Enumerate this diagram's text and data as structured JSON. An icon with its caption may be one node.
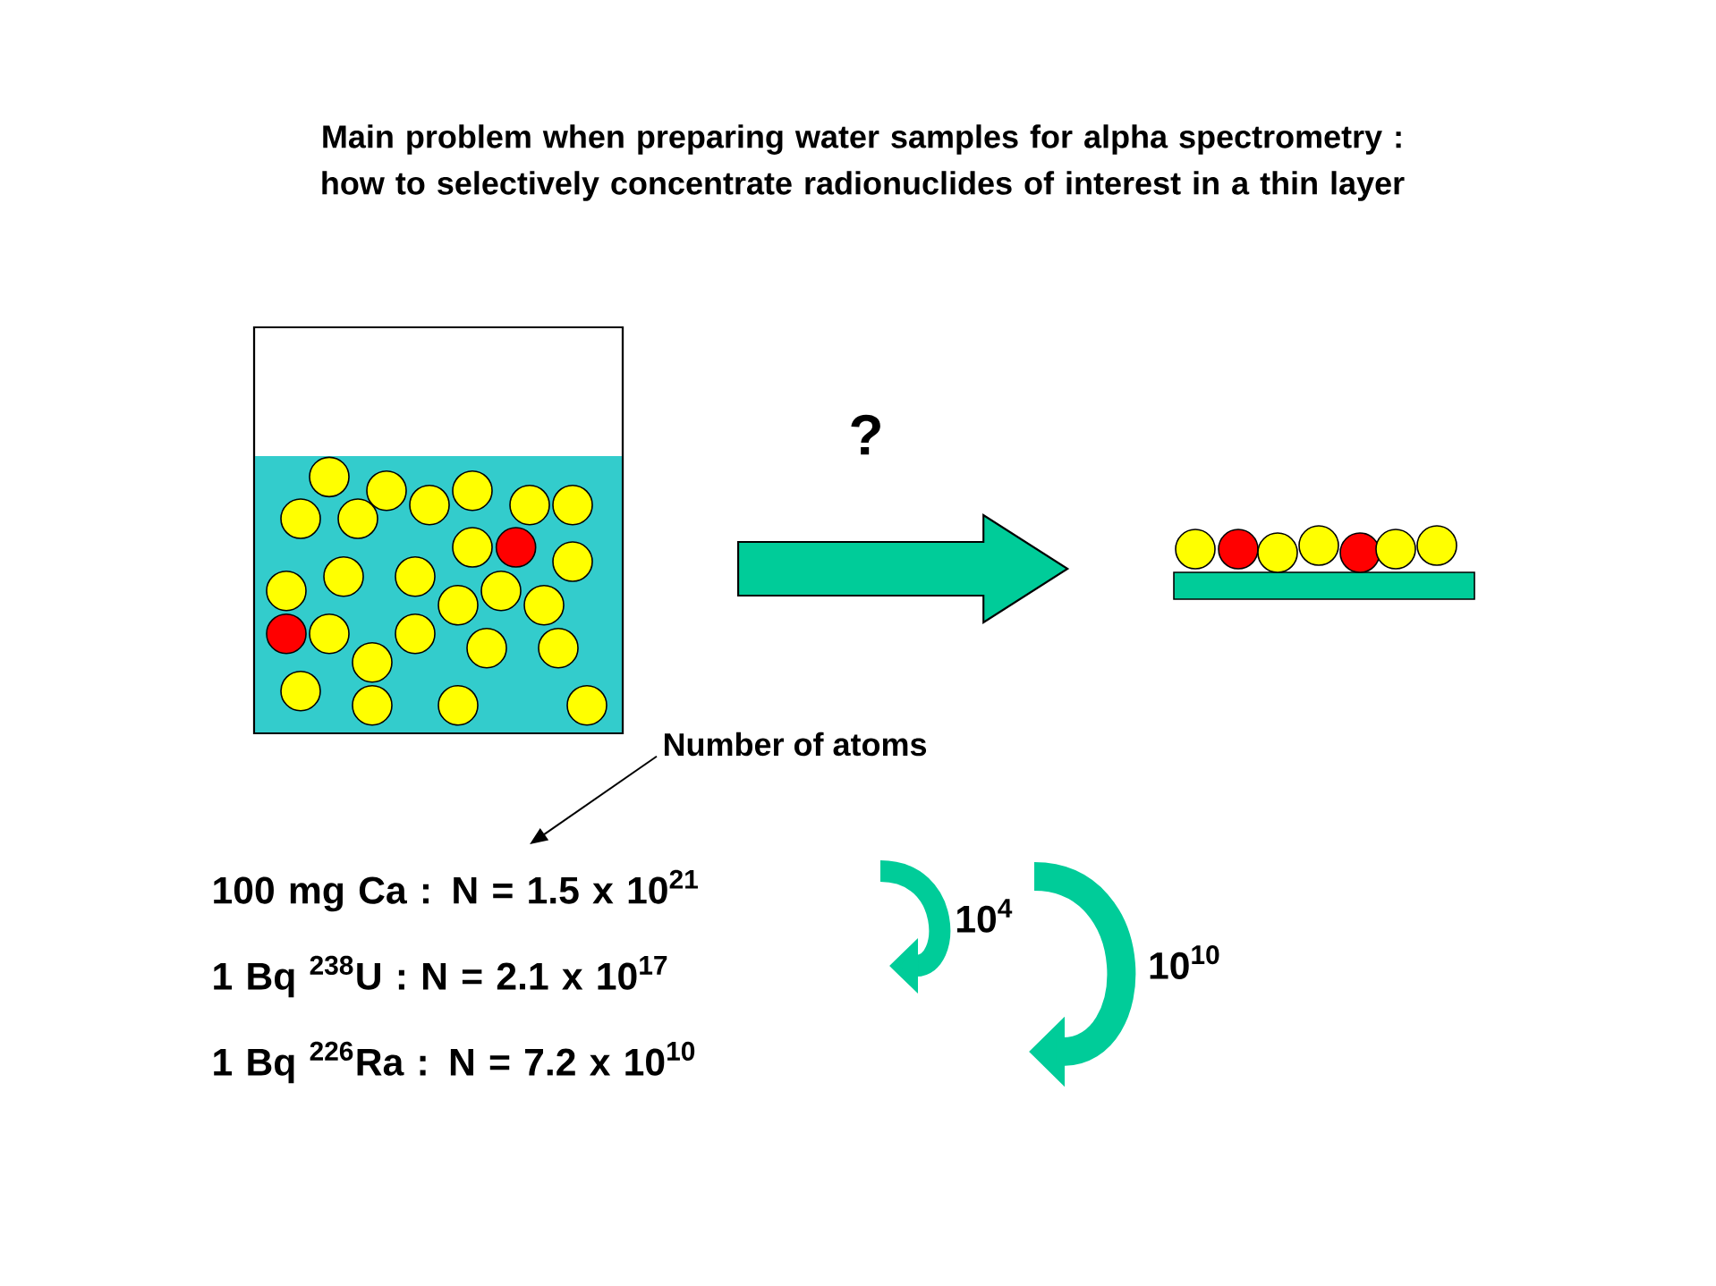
{
  "diagram": {
    "title": "Main problem when preparing water samples for alpha spectrometry : how to selectively concentrate radionuclides of interest in a thin layer",
    "nodes": [
      {
        "text": [],
        "shape": "beaker"
      },
      {
        "text": [],
        "shape": "plate"
      },
      {
        "text": [
          "Number of atoms"
        ]
      },
      {
        "text": [
          "100 mg Ca :  N = 1.5 x 10$^{21}$"
        ]
      },
      {
        "text": [
          "1 Bq $^{238}$U :  N = 2.1 x 10$^{17}$"
        ]
      },
      {
        "text": [
          "1 Bq $^{226}$Ra :  N = 7.2 x 10$^{10}$"
        ]
      }
    ],
    "edges": [
      {
        "from": 0,
        "to": 1,
        "arrow": "to",
        "label": "?",
        "style": "thick",
        "color": "#00cc99"
      },
      {
        "from": 2,
        "to": 3,
        "arrow": "to",
        "color": "#000000"
      }
    ],
    "labels": [
      "10$^{4}$",
      "10$^{10}$"
    ]
  }
}
